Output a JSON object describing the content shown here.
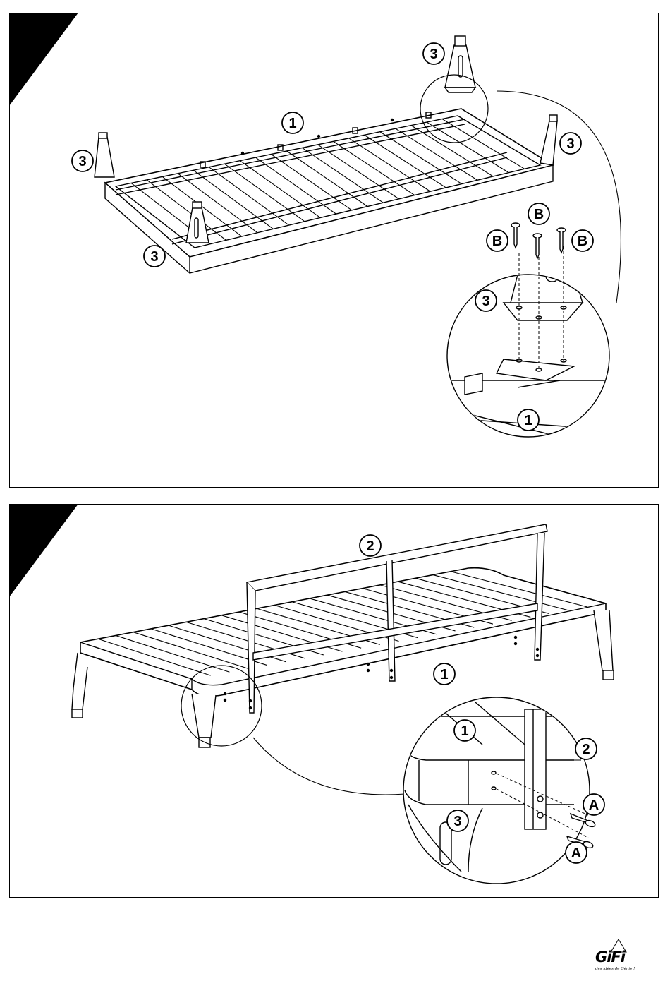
{
  "panels": [
    {
      "id": "step-1",
      "callouts": {
        "frame": "1",
        "leg_a": "3",
        "leg_b": "3",
        "leg_c": "3",
        "leg_d": "3",
        "screw_left": "B",
        "screw_top": "B",
        "screw_right": "B",
        "detail_leg": "3",
        "detail_frame": "1"
      }
    },
    {
      "id": "step-2",
      "callouts": {
        "backrest": "2",
        "frame": "1",
        "detail_frame": "1",
        "detail_backrest": "2",
        "detail_leg": "3",
        "bolt_top": "A",
        "bolt_bottom": "A"
      }
    }
  ],
  "brand": {
    "name": "GiFi",
    "tagline": "des idées de Génie !"
  }
}
